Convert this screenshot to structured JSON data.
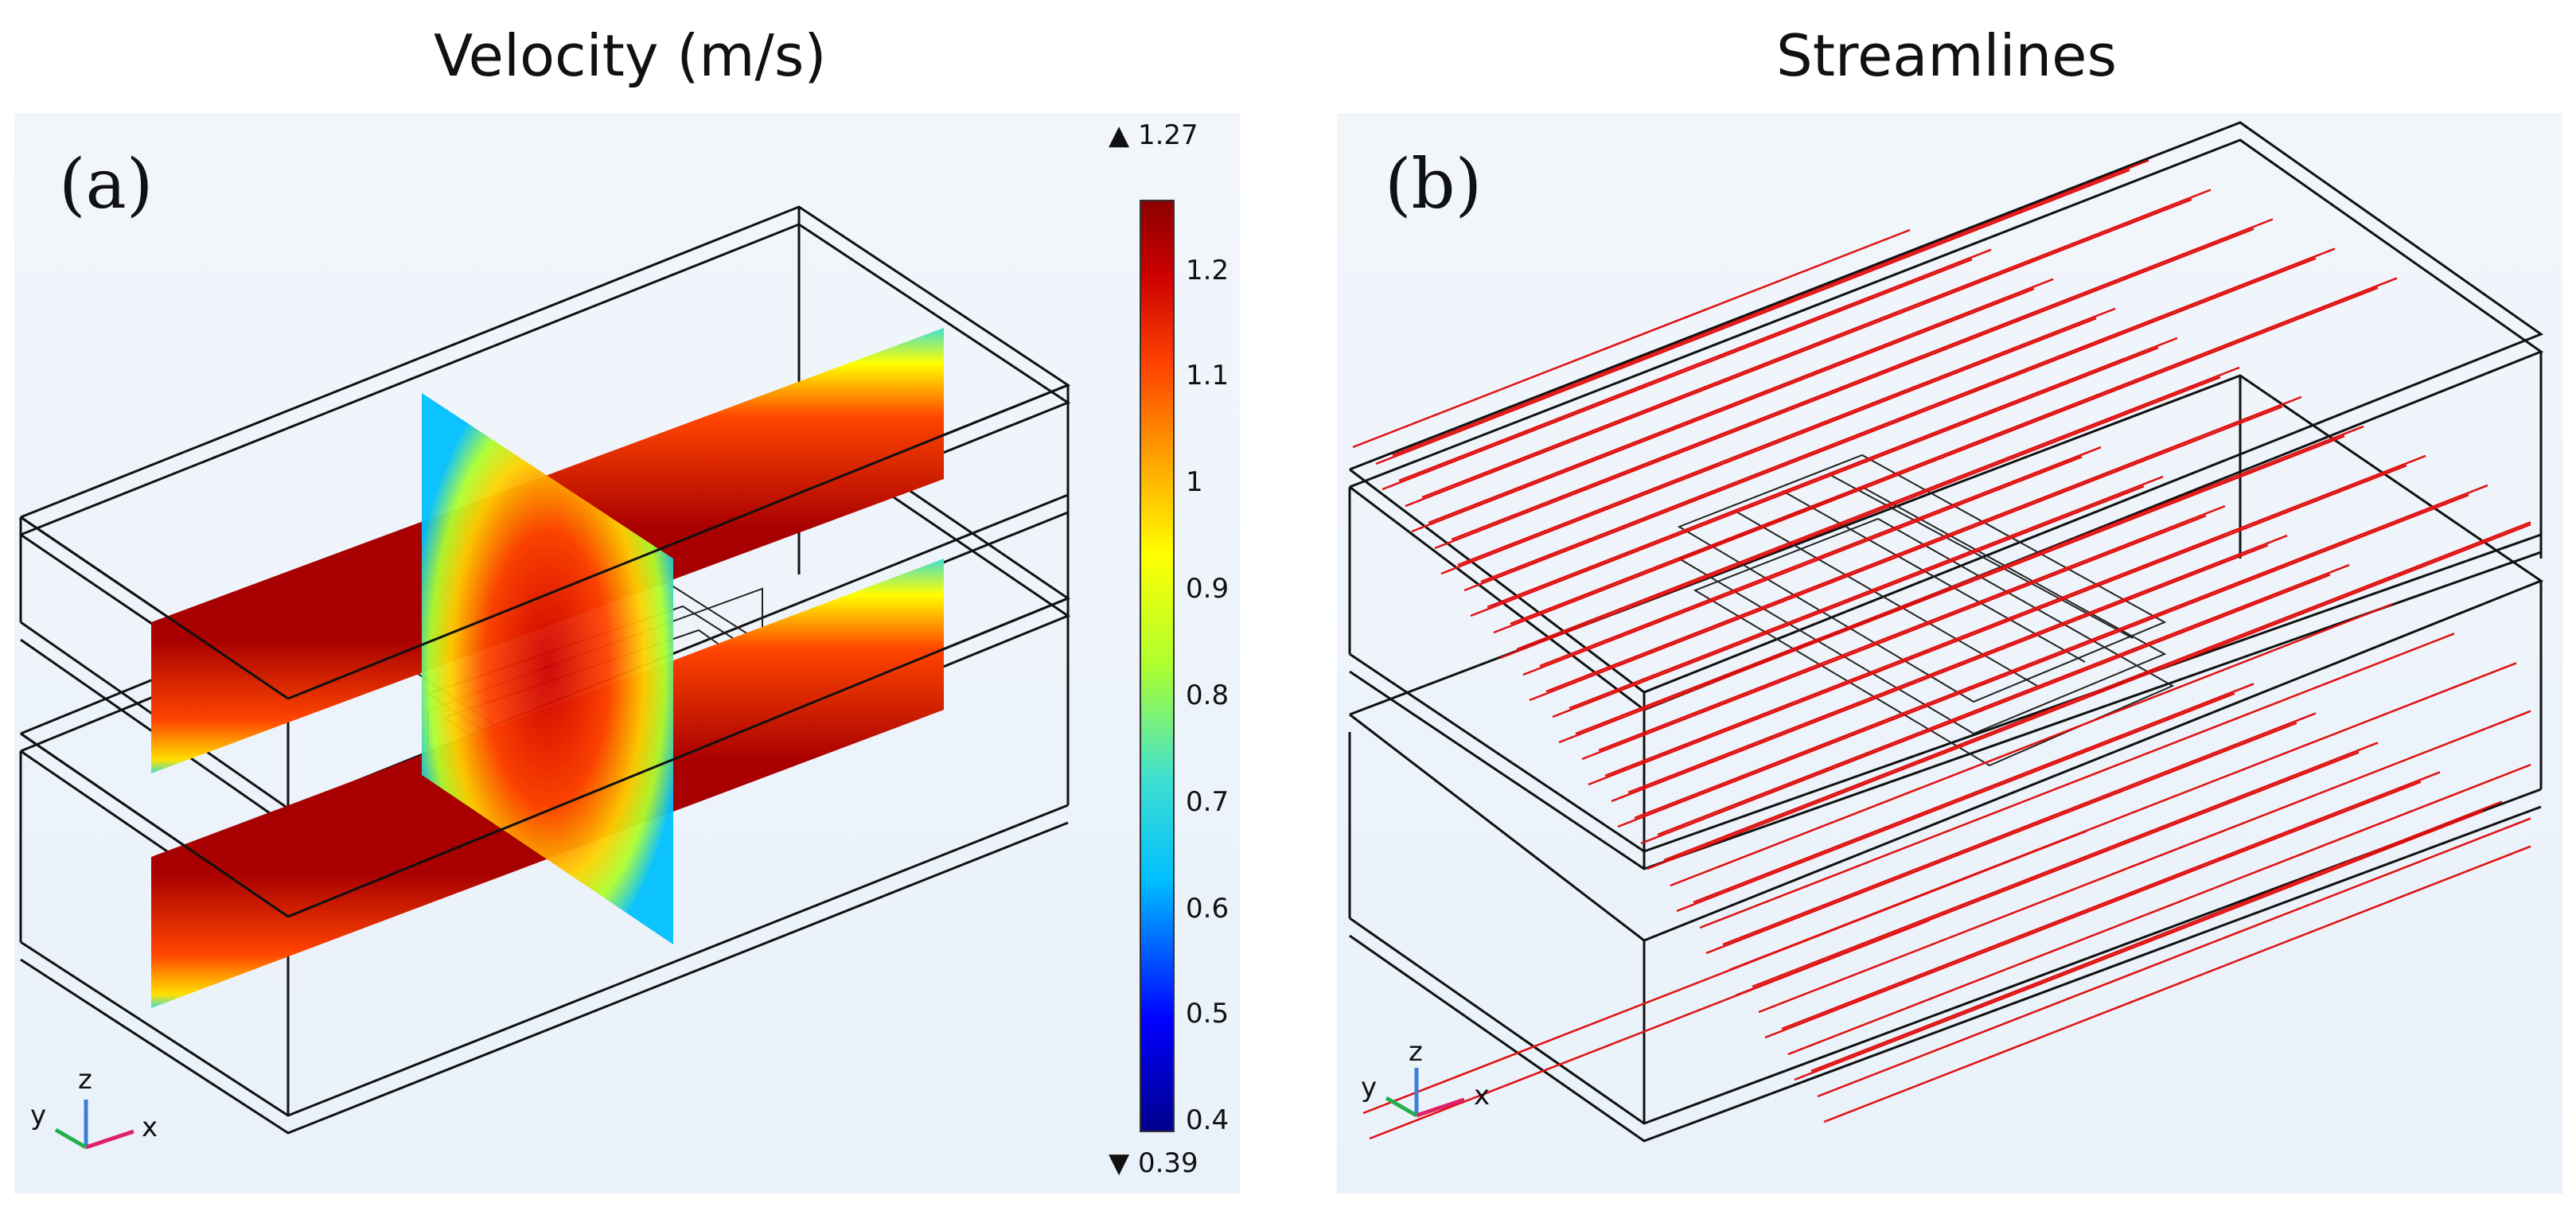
{
  "titles": {
    "left": "Velocity (m/s)",
    "right": "Streamlines"
  },
  "panels": {
    "a_label": "(a)",
    "b_label": "(b)"
  },
  "colorbar": {
    "max_label": "▲ 1.27",
    "min_label": "▼ 0.39",
    "ticks": [
      "1.2",
      "1.1",
      "1",
      "0.9",
      "0.8",
      "0.7",
      "0.6",
      "0.5",
      "0.4"
    ],
    "range": [
      0.39,
      1.27
    ],
    "colormap": [
      "#00008b",
      "#0000ff",
      "#00bfff",
      "#40e0d0",
      "#adff2f",
      "#ffff00",
      "#ffa500",
      "#ff4500",
      "#cc0000",
      "#8b0000"
    ]
  },
  "axis_triad": {
    "x": "x",
    "y": "y",
    "z": "z"
  },
  "colors": {
    "streamline": "#e01010",
    "edges": "#111111",
    "background": "#eef4fb"
  }
}
